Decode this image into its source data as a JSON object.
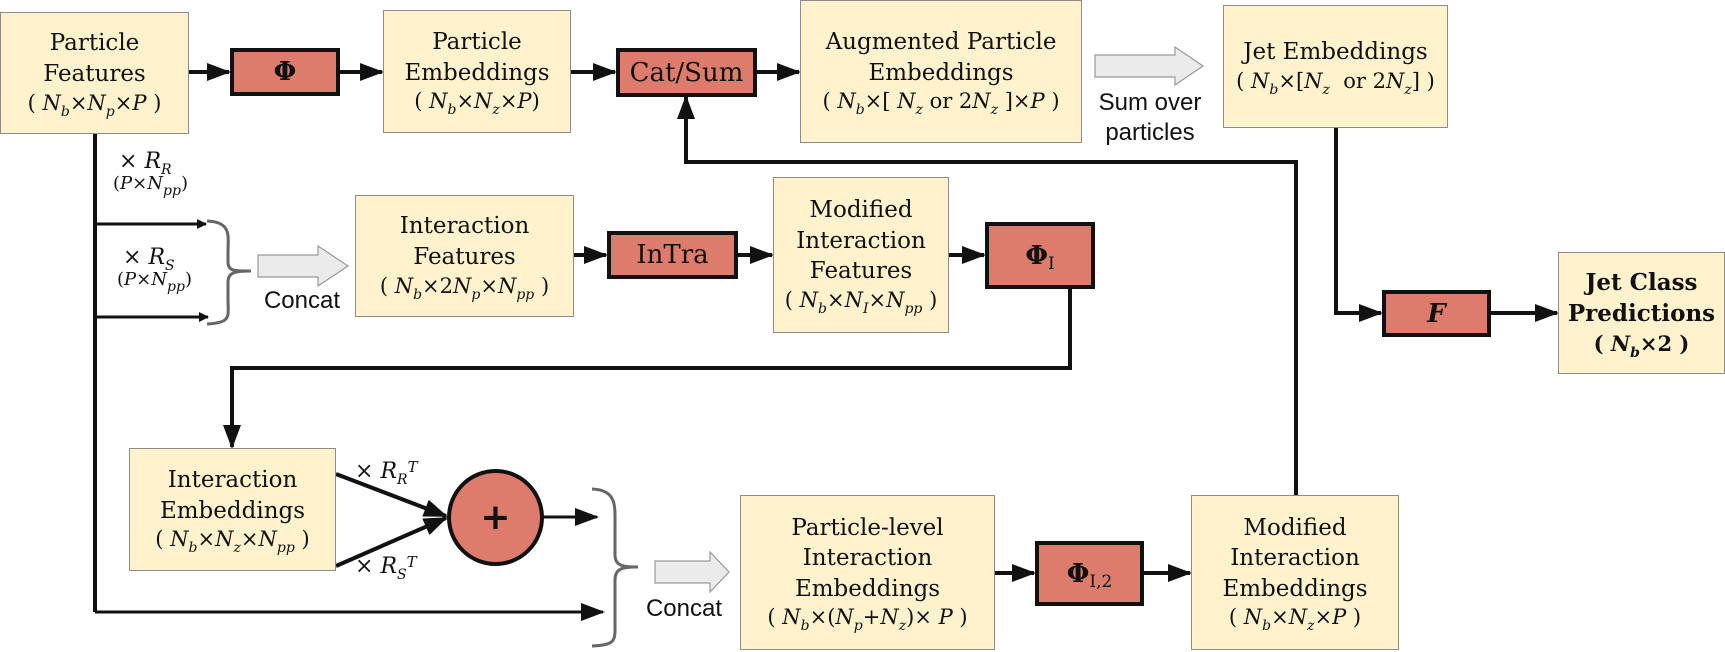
{
  "diagram": {
    "nodes": {
      "particle_features": {
        "title_lines": [
          "Particle",
          "Features"
        ],
        "dims": "N_b × N_p × P"
      },
      "particle_embeddings": {
        "title_lines": [
          "Particle",
          "Embeddings"
        ],
        "dims": "N_b × N_z × P"
      },
      "augmented_particle_embeddings": {
        "title_lines": [
          "Augmented Particle",
          "Embeddings"
        ],
        "dims": "N_b × [ N_z or 2N_z ] × P"
      },
      "jet_embeddings": {
        "title_lines": [
          "Jet Embeddings"
        ],
        "dims": "N_b × [N_z or 2N_z]"
      },
      "jet_class_predictions": {
        "title_lines": [
          "Jet Class",
          "Predictions"
        ],
        "dims": "N_b × 2"
      },
      "interaction_features": {
        "title_lines": [
          "Interaction",
          "Features"
        ],
        "dims": "N_b × 2N_p × N_pp"
      },
      "modified_interaction_features": {
        "title_lines": [
          "Modified",
          "Interaction",
          "Features"
        ],
        "dims": "N_b × N_I × N_pp"
      },
      "interaction_embeddings": {
        "title_lines": [
          "Interaction",
          "Embeddings"
        ],
        "dims": "N_b × N_z × N_pp"
      },
      "particle_level_interaction_embeddings": {
        "title_lines": [
          "Particle-level",
          "Interaction",
          "Embeddings"
        ],
        "dims": "N_b × (N_p + N_z) × P"
      },
      "modified_interaction_embeddings": {
        "title_lines": [
          "Modified",
          "Interaction",
          "Embeddings"
        ],
        "dims": "N_b × N_z × P"
      }
    },
    "operators": {
      "phi": {
        "symbol": "Φ",
        "subscript": ""
      },
      "cat_sum": {
        "label": "Cat/Sum"
      },
      "intra": {
        "label": "InTra"
      },
      "phi_i": {
        "symbol": "Φ",
        "subscript": "I"
      },
      "phi_i2": {
        "symbol": "Φ",
        "subscript": "I,2"
      },
      "f": {
        "label": "F"
      },
      "plus": {
        "label": "+"
      }
    },
    "edge_labels": {
      "rr": {
        "op": "×",
        "mat": "R",
        "sub": "R",
        "dims": "P × N",
        "dims_sub": "pp"
      },
      "rs": {
        "op": "×",
        "mat": "R",
        "sub": "S",
        "dims": "P × N",
        "dims_sub": "pp"
      },
      "rr_t": {
        "op": "×",
        "mat": "R",
        "sub": "R",
        "sup": "T"
      },
      "rs_t": {
        "op": "×",
        "mat": "R",
        "sub": "S",
        "sup": "T"
      },
      "sum_over": [
        "Sum over",
        "particles"
      ],
      "concat_top": "Concat",
      "concat_bottom": "Concat"
    },
    "colors": {
      "data_box_fill": "#fff2cc",
      "operator_fill": "#dd7c6c",
      "wide_arrow_fill": "#ebebeb"
    }
  }
}
